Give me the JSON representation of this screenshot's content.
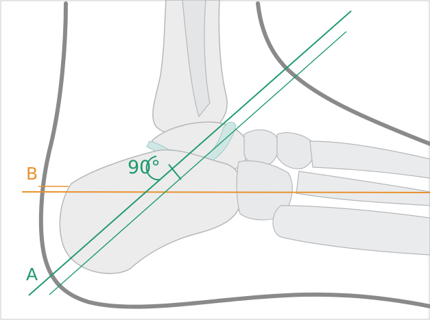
{
  "labels": {
    "line_a": "A",
    "line_b": "B",
    "angle": "90°"
  },
  "colors": {
    "line_a": "#1f9a6c",
    "line_b": "#e8922f",
    "outline": "#8a8a8a",
    "bone_fill": "#ececed",
    "bone_stroke": "#b4b7bb",
    "joint_highlight": "#cfe7e4"
  }
}
